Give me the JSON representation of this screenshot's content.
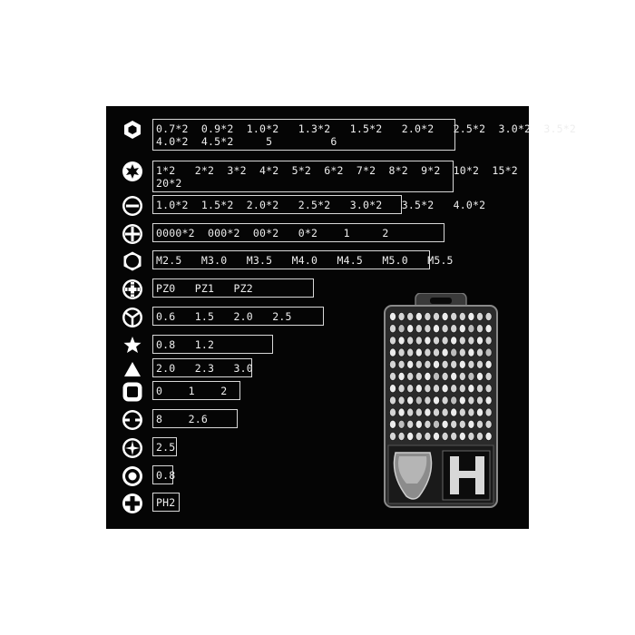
{
  "colors": {
    "background": "#050505",
    "text": "#eeeeee",
    "frame": "#d8d8d8",
    "page": "#ffffff"
  },
  "bit_sets": [
    {
      "icon": "hex-icon",
      "lines": [
        "0.7*2  0.9*2  1.0*2   1.3*2   1.5*2   2.0*2   2.5*2  3.0*2  3.5*2",
        "4.0*2  4.5*2     5         6"
      ]
    },
    {
      "icon": "torx-icon",
      "lines": [
        "1*2   2*2  3*2  4*2  5*2  6*2  7*2  8*2  9*2  10*2  15*2",
        "20*2"
      ]
    },
    {
      "icon": "slotted-icon",
      "lines": [
        "1.0*2  1.5*2  2.0*2   2.5*2   3.0*2   3.5*2   4.0*2"
      ]
    },
    {
      "icon": "phillips-icon",
      "lines": [
        "0000*2  000*2  00*2   0*2    1     2"
      ]
    },
    {
      "icon": "hex-socket-icon",
      "lines": [
        "M2.5   M3.0   M3.5   M4.0   M4.5   M5.0   M5.5"
      ]
    },
    {
      "icon": "pozidriv-icon",
      "lines": [
        "PZ0   PZ1   PZ2"
      ]
    },
    {
      "icon": "tri-wing-icon",
      "lines": [
        "0.6   1.5   2.0   2.5"
      ]
    },
    {
      "icon": "pentalobe-icon",
      "lines": [
        "0.8   1.2"
      ]
    },
    {
      "icon": "triangle-icon",
      "lines": [
        "2.0   2.3   3.0"
      ]
    },
    {
      "icon": "square-icon",
      "lines": [
        "0    1    2"
      ]
    },
    {
      "icon": "spanner-icon",
      "lines": [
        "8    2.6"
      ]
    },
    {
      "icon": "cross-star-icon",
      "lines": [
        "2.5"
      ]
    },
    {
      "icon": "center-pin-icon",
      "lines": [
        "0.8"
      ]
    },
    {
      "icon": "ph-cross-icon",
      "lines": [
        "PH2"
      ]
    }
  ]
}
